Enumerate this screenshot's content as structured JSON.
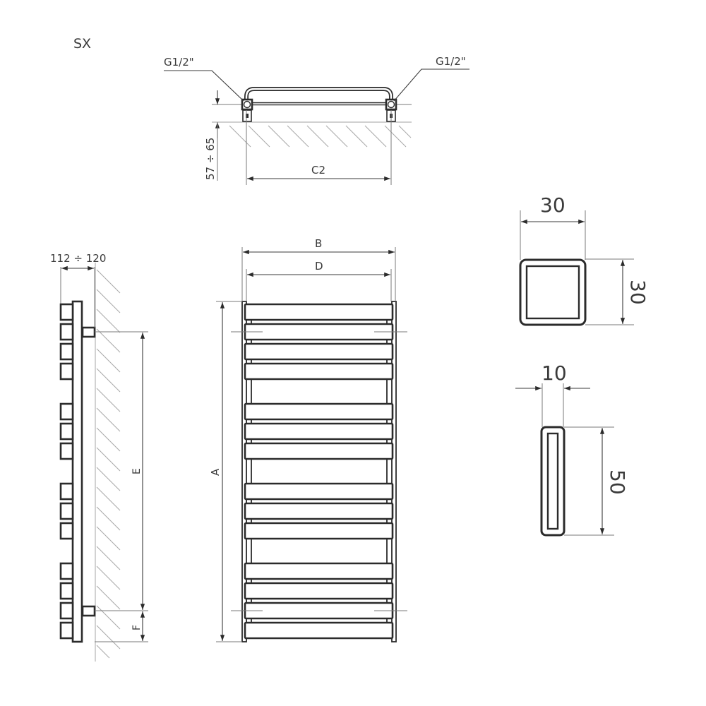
{
  "drawing": {
    "model_label": "SX",
    "top_view": {
      "connection_left": "G1/2\"",
      "connection_right": "G1/2\"",
      "wall_distance": "57 ÷ 65",
      "center_distance": "C2"
    },
    "side_view": {
      "depth_label": "112 ÷ 120",
      "dim_E": "E",
      "dim_F": "F",
      "fin_count": 14,
      "fin_groups": [
        4,
        3,
        3,
        4
      ]
    },
    "front_view": {
      "width_B": "B",
      "width_D": "D",
      "height_A": "A",
      "bar_count": 14,
      "bar_groups": [
        4,
        3,
        3,
        4
      ]
    },
    "profiles": {
      "square_profile": {
        "width": "30",
        "height": "30"
      },
      "flat_profile": {
        "width": "10",
        "height": "50"
      }
    }
  },
  "colors": {
    "line": "#2b2b2b",
    "dimension": "#3a3a3a",
    "hatch": "#a8a8a8",
    "background": "#ffffff"
  }
}
